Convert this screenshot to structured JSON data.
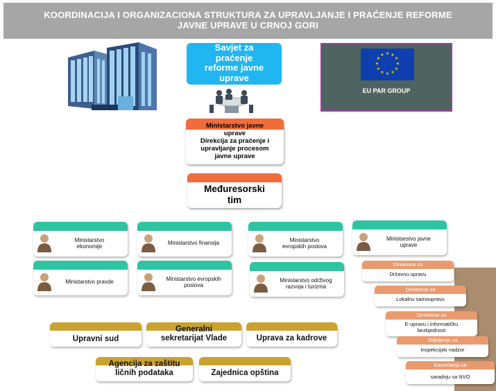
{
  "title": {
    "line1": "KOORDINACIJA I ORGANIZACIONA STRUKTURA  ZA UPRAVLJANJE I PRAĆENJE REFORME",
    "line2": "JAVNE UPRAVE U CRNOJ GORI"
  },
  "eu_box": {
    "label": "EU PAR GROUP"
  },
  "savjet": {
    "line1": "Savjet za",
    "line2": "praćenje",
    "line3": "reforme javne",
    "line4": "uprave"
  },
  "ministarstvo": {
    "line1": "Ministarstvo javne",
    "line2": "uprave",
    "line3": "Direkcija za praćenje i",
    "line4": "upravljanje procesom",
    "line5": "javne uprave"
  },
  "medjuresorski": {
    "line1": "Međuresorski",
    "line2": "tim"
  },
  "ministries": [
    {
      "l1": "Ministarstvo",
      "l2": "ekonomije"
    },
    {
      "l1": "Ministarstvo finansija",
      "l2": ""
    },
    {
      "l1": "Ministarstvo",
      "l2": "evropskih poslova"
    },
    {
      "l1": "Ministarstvo javne",
      "l2": "uprave"
    },
    {
      "l1": "Ministarstvo pravde",
      "l2": ""
    },
    {
      "l1": "Ministarstvo evropskih",
      "l2": "poslova"
    },
    {
      "l1": "Ministarstvo održivog",
      "l2": "razvoja i turizma"
    }
  ],
  "gold_boxes": {
    "upravni_sud": "Upravni sud",
    "generalni_l1": "Generalni",
    "generalni_l2": "sekretarijat Vlade",
    "uprava_kadrove": "Uprava za kadrove",
    "agencija_l1": "Agencija za zaštitu",
    "agencija_l2": "ličnih podataka",
    "zajednica": "Zajednica opština"
  },
  "sub_units": [
    {
      "header": "Direktorat za",
      "l1": "Državnu upravu",
      "l2": ""
    },
    {
      "header": "Direktorat za",
      "l1": "Lokalnu samoupravu",
      "l2": ""
    },
    {
      "header": "Direktorat za",
      "l1": "E-upravu i informatičku",
      "l2": "bezbjednost"
    },
    {
      "header": "Odjeljenje za",
      "l1": "Inspekcijski nadzor",
      "l2": ""
    },
    {
      "header": "Kancelarija za",
      "l1": "saradnju sa NVO",
      "l2": ""
    }
  ],
  "colors": {
    "title_bg": "#a6a6a6",
    "savjet_bg": "#1fb6f2",
    "orange": "#f16c3b",
    "green": "#2ec4a2",
    "gold": "#c9a230",
    "sub_header": "#e99a6e",
    "eu_bg": "#4f6360",
    "tan": "#a98d6e"
  }
}
